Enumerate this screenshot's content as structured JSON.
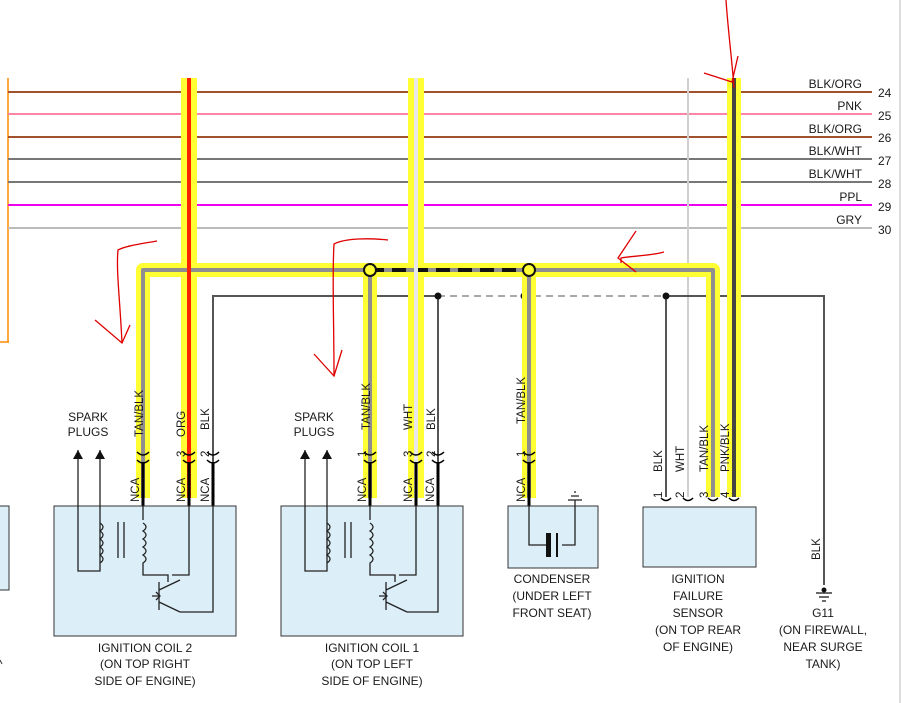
{
  "bus_wires": [
    {
      "color_label": "BLK/ORG",
      "circuit": "24",
      "color": "#a0522d"
    },
    {
      "color_label": "PNK",
      "circuit": "25",
      "color": "#ff85a8"
    },
    {
      "color_label": "BLK/ORG",
      "circuit": "26",
      "color": "#a0522d"
    },
    {
      "color_label": "BLK/WHT",
      "circuit": "27",
      "color": "#777777"
    },
    {
      "color_label": "BLK/WHT",
      "circuit": "28",
      "color": "#777777"
    },
    {
      "color_label": "PPL",
      "circuit": "29",
      "color": "#ee00ee"
    },
    {
      "color_label": "GRY",
      "circuit": "30",
      "color": "#bbbbbb"
    }
  ],
  "coil2": {
    "caption": [
      "IGNITION COIL 2",
      "(ON TOP RIGHT",
      "SIDE OF ENGINE)"
    ],
    "plugs_label": [
      "SPARK",
      "PLUGS"
    ],
    "wires": [
      {
        "color_label": "TAN/BLK",
        "pin": "",
        "nca": "NCA"
      },
      {
        "color_label": "ORG",
        "pin": "3",
        "nca": "NCA"
      },
      {
        "color_label": "BLK",
        "pin": "2",
        "nca": "NCA"
      }
    ]
  },
  "coil1": {
    "caption": [
      "IGNITION COIL 1",
      "(ON TOP LEFT",
      "SIDE OF ENGINE)"
    ],
    "plugs_label": [
      "SPARK",
      "PLUGS"
    ],
    "wires": [
      {
        "color_label": "TAN/BLK",
        "pin": "1",
        "nca": "NCA"
      },
      {
        "color_label": "WHT",
        "pin": "3",
        "nca": "NCA"
      },
      {
        "color_label": "BLK",
        "pin": "2",
        "nca": "NCA"
      }
    ]
  },
  "condenser": {
    "caption": [
      "CONDENSER",
      "(UNDER LEFT",
      "FRONT SEAT)"
    ],
    "wire": {
      "color_label": "TAN/BLK",
      "pin": "1",
      "nca": "NCA"
    }
  },
  "sensor": {
    "caption": [
      "IGNITION",
      "FAILURE",
      "SENSOR",
      "(ON TOP REAR",
      "OF ENGINE)"
    ],
    "wires": [
      {
        "color_label": "BLK",
        "pin": "1"
      },
      {
        "color_label": "WHT",
        "pin": "2"
      },
      {
        "color_label": "TAN/BLK",
        "pin": "3"
      },
      {
        "color_label": "PNK/BLK",
        "pin": "4"
      }
    ]
  },
  "ground": {
    "wire_label": "BLK",
    "id": "G11",
    "caption": [
      "(ON FIREWALL,",
      "NEAR SURGE",
      "TANK)"
    ]
  },
  "colors": {
    "highlight": "#ffff33",
    "markup": "#e00000",
    "tan_blk": "#8f8f8f",
    "org": "#ff2200",
    "box_fill": "#dceff9",
    "orange_edge": "#ff8c00"
  }
}
